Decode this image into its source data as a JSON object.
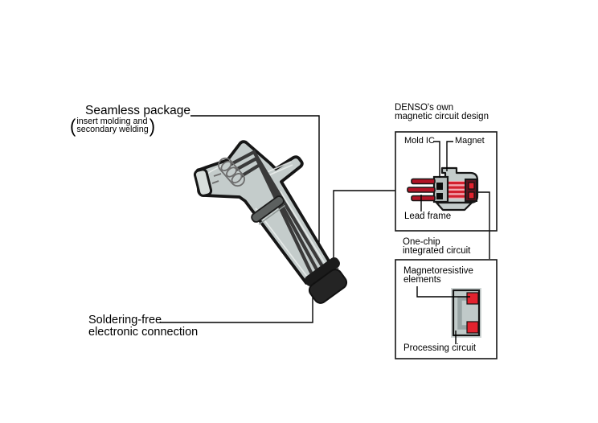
{
  "labels": {
    "seamless": {
      "title": "Seamless package",
      "paren_open": "(",
      "paren_close": ")",
      "sub_line1": "insert molding and",
      "sub_line2": "secondary welding"
    },
    "soldering": {
      "line1": "Soldering-free",
      "line2": "electronic connection"
    },
    "denso": {
      "line1": "DENSO's own",
      "line2": "magnetic circuit design"
    },
    "box1": {
      "mold_ic": "Mold IC",
      "magnet": "Magnet",
      "lead_frame": "Lead frame"
    },
    "one_chip": {
      "line1": "One-chip",
      "line2": "integrated circuit"
    },
    "box2": {
      "elements_line1": "Magnetoresistive",
      "elements_line2": "elements",
      "processing": "Processing circuit"
    }
  },
  "colors": {
    "ink": "#000000",
    "outline": "#161616",
    "body-grey": "#c4cccb",
    "body-grey-light": "#d8dedc",
    "wire": "#3a3a3a",
    "band": "#5c605f",
    "tip-black": "#242424",
    "lead-red": "#b21326",
    "trace-red": "#d2202f",
    "trace-pink": "#f2aab2",
    "magnet-dark": "#591520",
    "chip-grey": "#c0cac9",
    "chip-halo": "#cfd6d5",
    "chip-path": "#98a4a4",
    "square-red": "#e2222e",
    "ic-black": "#0d0d0d"
  }
}
